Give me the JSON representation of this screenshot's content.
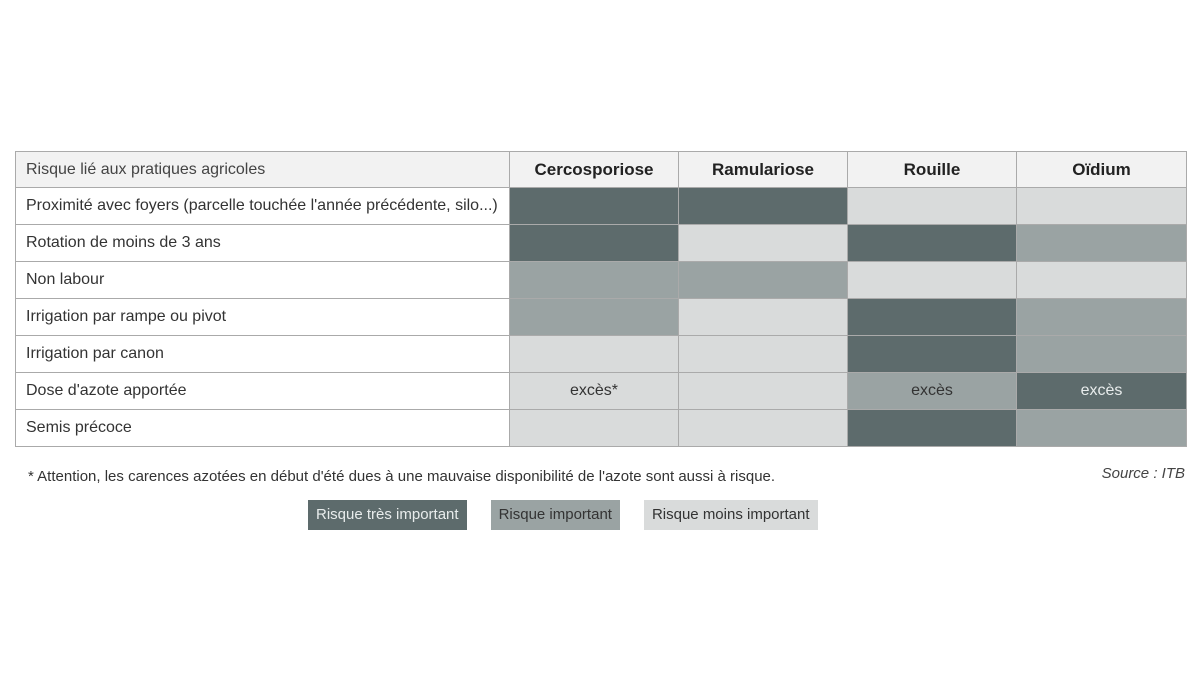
{
  "table": {
    "header_label": "Risque lié aux pratiques agricoles",
    "columns": [
      "Cercosporiose",
      "Ramulariose",
      "Rouille",
      "Oïdium"
    ],
    "rows": [
      {
        "label": "Proximité avec foyers (parcelle touchée l'année précédente, silo...)",
        "levels": [
          3,
          3,
          1,
          1
        ],
        "texts": [
          "",
          "",
          "",
          ""
        ]
      },
      {
        "label": "Rotation de moins de 3 ans",
        "levels": [
          3,
          1,
          3,
          2
        ],
        "texts": [
          "",
          "",
          "",
          ""
        ]
      },
      {
        "label": "Non labour",
        "levels": [
          2,
          2,
          1,
          1
        ],
        "texts": [
          "",
          "",
          "",
          ""
        ]
      },
      {
        "label": "Irrigation par rampe ou pivot",
        "levels": [
          2,
          1,
          3,
          2
        ],
        "texts": [
          "",
          "",
          "",
          ""
        ]
      },
      {
        "label": "Irrigation par canon",
        "levels": [
          1,
          1,
          3,
          2
        ],
        "texts": [
          "",
          "",
          "",
          ""
        ]
      },
      {
        "label": "Dose d'azote apportée",
        "levels": [
          1,
          1,
          2,
          3
        ],
        "texts": [
          "excès*",
          "",
          "excès",
          "excès"
        ]
      },
      {
        "label": "Semis précoce",
        "levels": [
          1,
          1,
          3,
          2
        ],
        "texts": [
          "",
          "",
          "",
          ""
        ]
      }
    ]
  },
  "footnote": "* Attention, les carences azotées en début d'été dues à une mauvaise disponibilité de l'azote sont aussi à risque.",
  "source": "Source : ITB",
  "legend": [
    {
      "label": "Risque très important",
      "level": 3
    },
    {
      "label": "Risque important",
      "level": 2
    },
    {
      "label": "Risque moins important",
      "level": 1
    }
  ],
  "colors": {
    "very_high": "#5d6b6c",
    "high": "#9aa3a3",
    "low": "#d9dbdb"
  }
}
